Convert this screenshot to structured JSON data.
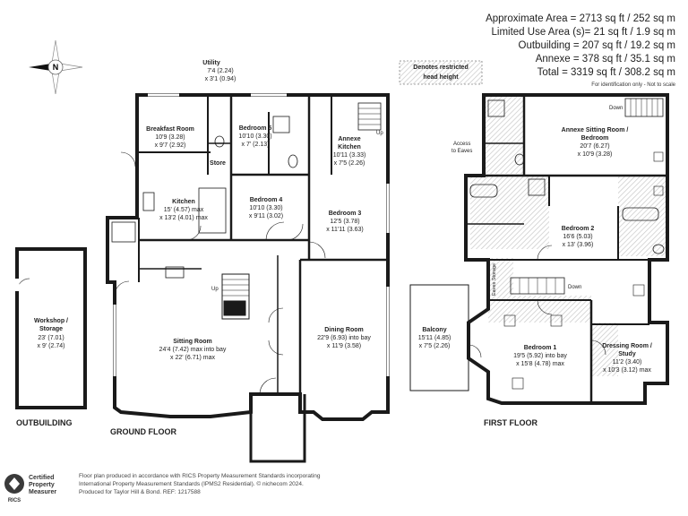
{
  "areas": {
    "lines": [
      "Approximate Area = 2713 sq ft / 252 sq m",
      "Limited Use Area (s)= 21 sq ft / 1.9 sq m",
      "Outbuilding = 207 sq ft / 19.2 sq m",
      "Annexe = 378 sq ft / 35.1 sq m",
      "Total = 3319 sq ft / 308.2 sq m"
    ],
    "identification_note": "For identification only - Not to scale"
  },
  "legend": {
    "restricted_line1": "Denotes restricted",
    "restricted_line2": "head height"
  },
  "compass_letter": "N",
  "floors": {
    "outbuilding": "OUTBUILDING",
    "ground": "GROUND FLOOR",
    "first": "FIRST FLOOR"
  },
  "rooms": {
    "utility": {
      "name": "Utility",
      "dims1": "7'4 (2.24)",
      "dims2": "x 3'1 (0.94)"
    },
    "breakfast": {
      "name": "Breakfast Room",
      "dims1": "10'9 (3.28)",
      "dims2": "x 9'7 (2.92)"
    },
    "bedroom5": {
      "name": "Bedroom 5",
      "dims1": "10'10 (3.30)",
      "dims2": "x 7' (2.13)"
    },
    "annexe_kitchen": {
      "name1": "Annexe",
      "name2": "Kitchen",
      "dims1": "10'11 (3.33)",
      "dims2": "x 7'5 (2.26)"
    },
    "store": {
      "name": "Store"
    },
    "kitchen": {
      "name": "Kitchen",
      "dims1": "15' (4.57) max",
      "dims2": "x 13'2 (4.01) max"
    },
    "bedroom4": {
      "name": "Bedroom 4",
      "dims1": "10'10 (3.30)",
      "dims2": "x 9'11 (3.02)"
    },
    "bedroom3": {
      "name": "Bedroom 3",
      "dims1": "12'5 (3.78)",
      "dims2": "x 11'11 (3.63)"
    },
    "workshop": {
      "name1": "Workshop /",
      "name2": "Storage",
      "dims1": "23' (7.01)",
      "dims2": "x 9' (2.74)"
    },
    "sitting": {
      "name": "Sitting Room",
      "dims1": "24'4 (7.42) max into bay",
      "dims2": "x 22' (6.71) max"
    },
    "dining": {
      "name": "Dining Room",
      "dims1": "22'9 (6.93) into bay",
      "dims2": "x 11'9 (3.58)"
    },
    "annexe_sitting": {
      "name1": "Annexe Sitting Room /",
      "name2": "Bedroom",
      "dims1": "20'7 (6.27)",
      "dims2": "x 10'9 (3.28)"
    },
    "bedroom2": {
      "name": "Bedroom 2",
      "dims1": "16'6 (5.03)",
      "dims2": "x 13' (3.96)"
    },
    "balcony": {
      "name": "Balcony",
      "dims1": "15'11 (4.85)",
      "dims2": "x 7'5 (2.26)"
    },
    "bedroom1": {
      "name": "Bedroom 1",
      "dims1": "19'5 (5.92) into bay",
      "dims2": "x 15'8 (4.78) max"
    },
    "dressing": {
      "name1": "Dressing Room /",
      "name2": "Study",
      "dims1": "11'2 (3.40)",
      "dims2": "x 10'3 (3.12) max"
    }
  },
  "small_labels": {
    "up1": "Up",
    "up2": "Up",
    "down1": "Down",
    "down2": "Down",
    "access_eaves1": "Access",
    "access_eaves2": "to Eaves",
    "eaves_storage": "Eaves Storage"
  },
  "footer": {
    "line1": "Floor plan produced in accordance with RICS Property Measurement Standards incorporating",
    "line2": "International Property Measurement Standards (IPMS2 Residential).  © nichecom 2024.",
    "line3": "Produced for Taylor Hill & Bond.   REF: 1217588"
  },
  "badge": {
    "rics": "RICS",
    "line1": "Certified",
    "line2": "Property",
    "line3": "Measurer"
  },
  "colors": {
    "wall": "#1a1a1a",
    "hatch": "#bdbdbd",
    "accent_red": "#c0392b"
  }
}
